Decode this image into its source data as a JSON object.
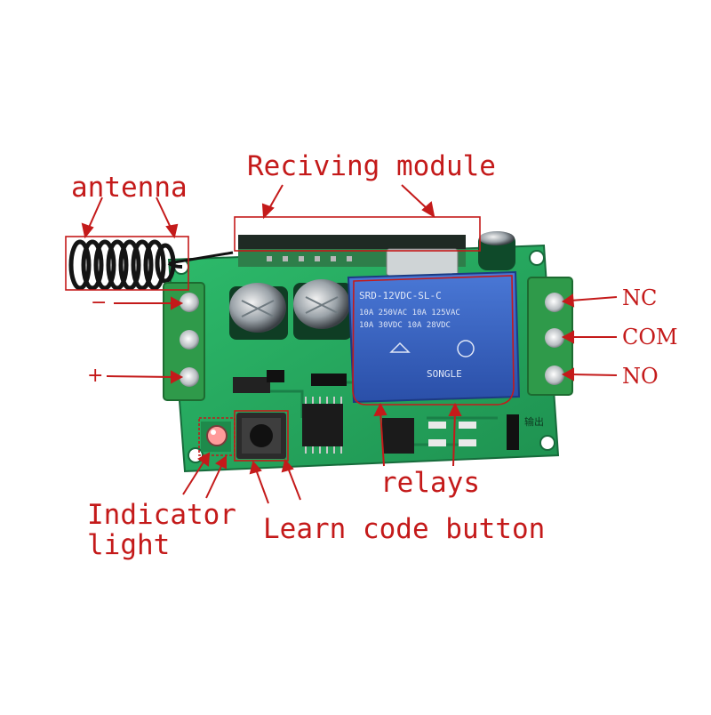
{
  "labels": {
    "receiving_module": "Reciving module",
    "antenna": "antenna",
    "nc": "NC",
    "com": "COM",
    "no": "NO",
    "minus": "−",
    "plus": "+",
    "relays": "relays",
    "indicator_line1": "Indicator",
    "indicator_line2": "light",
    "learn_code_button": "Learn code button"
  },
  "board_markings": {
    "relay_model": "SRD-12VDC-SL-C",
    "relay_rating_1": "10A 250VAC  10A 125VAC",
    "relay_rating_2": "10A 30VDC  10A 28VDC",
    "relay_brand": "SONGLE",
    "terminal_label": "输出"
  },
  "colors": {
    "annotation": "#c41a1a",
    "pcb": "#23a35c",
    "relay": "#2f57b8",
    "terminal": "#2f9a4a"
  }
}
